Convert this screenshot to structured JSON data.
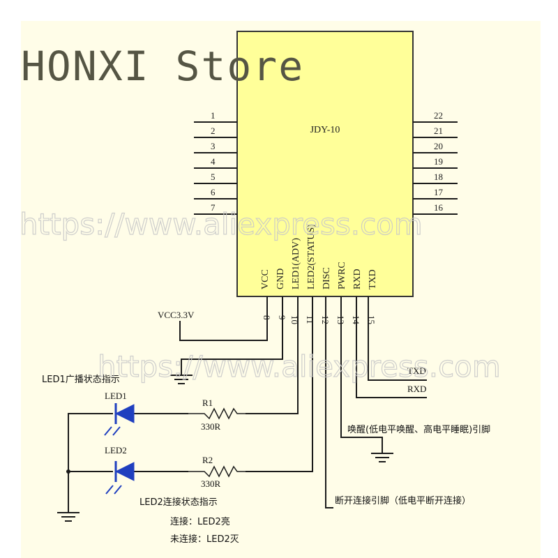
{
  "banner": {
    "text": "HONXI Store"
  },
  "watermarks": [
    "https://www.aliexpress.com",
    "https://www.aliexpress.com"
  ],
  "module": {
    "name": "JDY-10",
    "left_pins": [
      "1",
      "2",
      "3",
      "4",
      "5",
      "6",
      "7"
    ],
    "right_pins": [
      "22",
      "21",
      "20",
      "19",
      "18",
      "17",
      "16"
    ],
    "bottom_pins": [
      {
        "num": "8",
        "signal": "VCC"
      },
      {
        "num": "9",
        "signal": "GND"
      },
      {
        "num": "10",
        "signal": "LED1(ADV)"
      },
      {
        "num": "11",
        "signal": "LED2(STATUS)"
      },
      {
        "num": "12",
        "signal": "DISC"
      },
      {
        "num": "13",
        "signal": "PWRC"
      },
      {
        "num": "14",
        "signal": "RXD"
      },
      {
        "num": "15",
        "signal": "TXD"
      }
    ]
  },
  "labels": {
    "vcc": "VCC3.3V",
    "txd": "TXD",
    "rxd": "RXD",
    "led1_desc": "LED1广播状态指示",
    "led1": "LED1",
    "led2": "LED2",
    "r1": "R1",
    "r1_val": "330R",
    "r2": "R2",
    "r2_val": "330R",
    "pwrc_desc": "唤醒(低电平唤醒、高电平睡眠)引脚",
    "disc_desc": "断开连接引脚（低电平断开连接）",
    "led2_desc": "LED2连接状态指示",
    "connected": "连接：LED2亮",
    "not_connected": "未连接：LED2灭"
  },
  "colors": {
    "module_fill": "#ffff99",
    "led": "#1f3fbf",
    "background": "#fffde8"
  }
}
